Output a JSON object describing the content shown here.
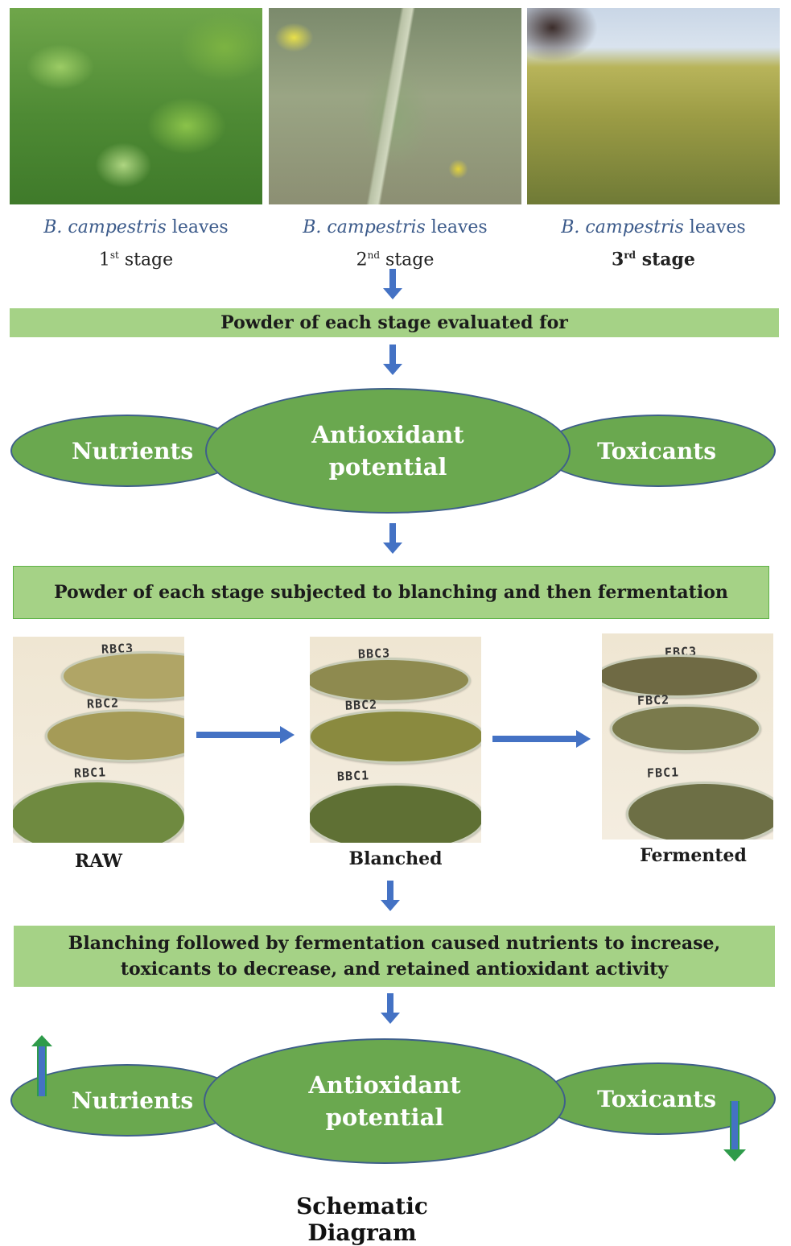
{
  "stages": [
    {
      "species": "B. campestris",
      "leaves": "leaves",
      "num": "1",
      "sup": "st",
      "word": "stage"
    },
    {
      "species": "B. campestris",
      "leaves": "leaves",
      "num": "2",
      "sup": "nd",
      "word": "stage"
    },
    {
      "species": "B. campestris",
      "leaves": "leaves",
      "num": "3",
      "sup": "rd",
      "word": "stage"
    }
  ],
  "bar1": "Powder of each stage evaluated for",
  "ellipses_top": {
    "left": "Nutrients",
    "center_line1": "Antioxidant",
    "center_line2": "potential",
    "right": "Toxicants"
  },
  "bar2": "Powder of each stage subjected to blanching and then fermentation",
  "dishes": {
    "raw": {
      "labels": [
        "RBC3",
        "RBC2",
        "RBC1"
      ],
      "caption": "RAW"
    },
    "blanched": {
      "labels": [
        "BBC3",
        "BBC2",
        "BBC1"
      ],
      "caption": "Blanched"
    },
    "fermented": {
      "labels": [
        "FBC3",
        "FBC2",
        "FBC1"
      ],
      "caption": "Fermented"
    }
  },
  "bar3_line1": "Blanching followed by fermentation caused nutrients to increase,",
  "bar3_line2": "toxicants to decrease, and retained antioxidant activity",
  "ellipses_bottom": {
    "left": "Nutrients",
    "center_line1": "Antioxidant",
    "center_line2": "potential",
    "right": "Toxicants"
  },
  "footer": "Schematic Diagram",
  "colors": {
    "bar": "#a5d286",
    "ellipse": "#6aa84f",
    "ellipse_border": "#3e5f8a",
    "arrow": "#4472c4",
    "up_down_arrow": "#2e9b4a"
  }
}
